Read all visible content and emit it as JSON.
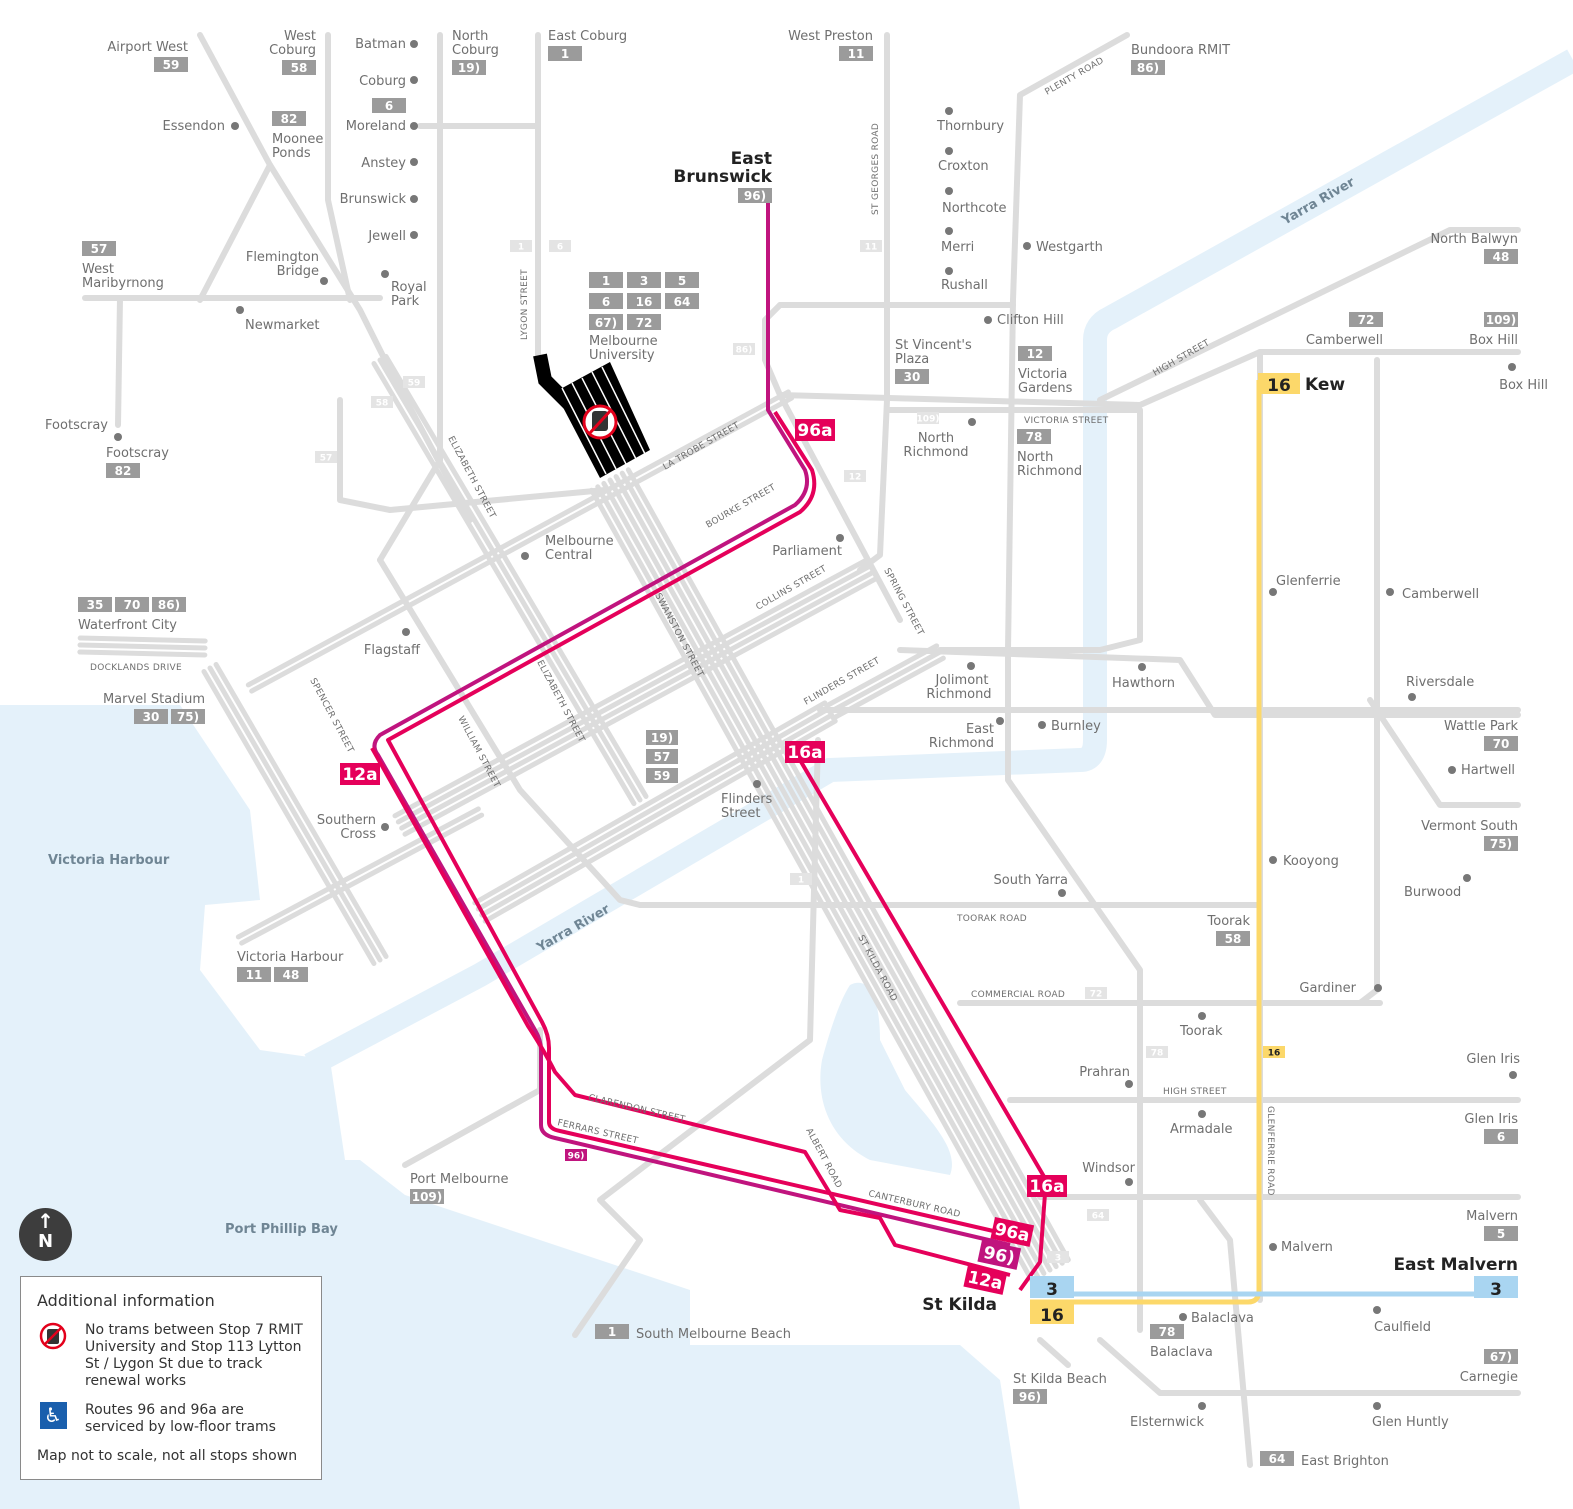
{
  "colors": {
    "water": "#e4f1fa",
    "line": "#dcdcdc",
    "badge": "#9b9b9b",
    "route96": "#c0147e",
    "route_a": "#e5005a",
    "route16": "#fcd86a",
    "route3": "#a9d5f1",
    "closed": "#000000"
  },
  "stops": [
    {
      "name": [
        "Airport West"
      ],
      "routes": [
        "59"
      ]
    },
    {
      "name": [
        "West",
        "Coburg"
      ],
      "routes": [
        "58"
      ]
    },
    {
      "name": [
        "Batman"
      ],
      "routes": []
    },
    {
      "name": [
        "North",
        "Coburg"
      ],
      "routes": [
        "19)"
      ]
    },
    {
      "name": [
        "East Coburg"
      ],
      "routes": [
        "1"
      ]
    },
    {
      "name": [
        "West Preston"
      ],
      "routes": [
        "11"
      ]
    },
    {
      "name": [
        "Bundoora RMIT"
      ],
      "routes": [
        "86)"
      ]
    },
    {
      "name": [
        "Coburg"
      ],
      "routes": []
    },
    {
      "name": [
        "Moreland"
      ],
      "routes": [
        "6"
      ]
    },
    {
      "name": [
        "Essendon"
      ],
      "routes": []
    },
    {
      "name": [
        "Moonee",
        "Ponds"
      ],
      "routes": [
        "82"
      ]
    },
    {
      "name": [
        "Anstey"
      ],
      "routes": []
    },
    {
      "name": [
        "Brunswick"
      ],
      "routes": []
    },
    {
      "name": [
        "Jewell"
      ],
      "routes": []
    },
    {
      "name": [
        "Royal",
        "Park"
      ],
      "routes": []
    },
    {
      "name": [
        "Flemington",
        "Bridge"
      ],
      "routes": []
    },
    {
      "name": [
        "West",
        "Maribyrnong"
      ],
      "routes": [
        "57"
      ]
    },
    {
      "name": [
        "Newmarket"
      ],
      "routes": []
    },
    {
      "name": [
        "Footscray"
      ],
      "routes": []
    },
    {
      "name": [
        "Footscray"
      ],
      "routes": [
        "82"
      ]
    },
    {
      "name": [
        "Melbourne",
        "University"
      ],
      "routes": [
        "1",
        "3",
        "5",
        "6",
        "16",
        "64",
        "67)",
        "72"
      ]
    },
    {
      "name": [
        "East",
        "Brunswick"
      ],
      "routes": [
        "96)"
      ]
    },
    {
      "name": [
        "Thornbury"
      ],
      "routes": []
    },
    {
      "name": [
        "Croxton"
      ],
      "routes": []
    },
    {
      "name": [
        "Northcote"
      ],
      "routes": []
    },
    {
      "name": [
        "Merri"
      ],
      "routes": []
    },
    {
      "name": [
        "Rushall"
      ],
      "routes": []
    },
    {
      "name": [
        "Westgarth"
      ],
      "routes": []
    },
    {
      "name": [
        "Clifton Hill"
      ],
      "routes": []
    },
    {
      "name": [
        "St Vincent's",
        "Plaza"
      ],
      "routes": [
        "30"
      ]
    },
    {
      "name": [
        "Victoria",
        "Gardens"
      ],
      "routes": [
        "12"
      ]
    },
    {
      "name": [
        "North",
        "Richmond"
      ],
      "routes": []
    },
    {
      "name": [
        "North",
        "Richmond"
      ],
      "routes": [
        "78"
      ]
    },
    {
      "name": [
        "Camberwell"
      ],
      "routes": [
        "72"
      ]
    },
    {
      "name": [
        "Box Hill"
      ],
      "routes": [
        "109)"
      ]
    },
    {
      "name": [
        "Box Hill"
      ],
      "routes": []
    },
    {
      "name": [
        "North Balwyn"
      ],
      "routes": [
        "48"
      ]
    },
    {
      "name": [
        "Kew"
      ],
      "routes": [
        "16"
      ]
    },
    {
      "name": [
        "Melbourne",
        "Central"
      ],
      "routes": []
    },
    {
      "name": [
        "Parliament"
      ],
      "routes": []
    },
    {
      "name": [
        "Waterfront City"
      ],
      "routes": [
        "35",
        "70",
        "86)"
      ]
    },
    {
      "name": [
        "Marvel Stadium"
      ],
      "routes": [
        "30",
        "75)"
      ]
    },
    {
      "name": [
        "Flagstaff"
      ],
      "routes": []
    },
    {
      "name": [
        "Glenferrie"
      ],
      "routes": []
    },
    {
      "name": [
        "Camberwell"
      ],
      "routes": []
    },
    {
      "name": [
        "Jolimont",
        "Richmond"
      ],
      "routes": []
    },
    {
      "name": [
        "Hawthorn"
      ],
      "routes": []
    },
    {
      "name": [
        "Riversdale"
      ],
      "routes": []
    },
    {
      "name": [
        "Burnley"
      ],
      "routes": []
    },
    {
      "name": [
        "East",
        "Richmond"
      ],
      "routes": []
    },
    {
      "name": [
        "Wattle Park"
      ],
      "routes": [
        "70"
      ]
    },
    {
      "name": [
        "Hartwell"
      ],
      "routes": []
    },
    {
      "name": [
        "Flinders",
        "Street"
      ],
      "routes": []
    },
    {
      "name": [
        "Southern",
        "Cross"
      ],
      "routes": []
    },
    {
      "name": [
        "Vermont South"
      ],
      "routes": [
        "75)"
      ]
    },
    {
      "name": [
        "Kooyong"
      ],
      "routes": []
    },
    {
      "name": [
        "South Yarra"
      ],
      "routes": []
    },
    {
      "name": [
        "Burwood"
      ],
      "routes": []
    },
    {
      "name": [
        "Toorak"
      ],
      "routes": [
        "58"
      ]
    },
    {
      "name": [
        "Victoria Harbour"
      ],
      "routes": [
        "11",
        "48"
      ]
    },
    {
      "name": [
        "Gardiner"
      ],
      "routes": []
    },
    {
      "name": [
        "Toorak"
      ],
      "routes": []
    },
    {
      "name": [
        "Glen Iris"
      ],
      "routes": []
    },
    {
      "name": [
        "Prahran"
      ],
      "routes": []
    },
    {
      "name": [
        "Glen Iris"
      ],
      "routes": [
        "6"
      ]
    },
    {
      "name": [
        "Armadale"
      ],
      "routes": []
    },
    {
      "name": [
        "Windsor"
      ],
      "routes": []
    },
    {
      "name": [
        "Port Melbourne"
      ],
      "routes": [
        "109)"
      ]
    },
    {
      "name": [
        "Malvern"
      ],
      "routes": [
        "5"
      ]
    },
    {
      "name": [
        "Malvern"
      ],
      "routes": []
    },
    {
      "name": [
        "East Malvern"
      ],
      "routes": [
        "3"
      ]
    },
    {
      "name": [
        "St Kilda"
      ],
      "routes": [
        "3",
        "16"
      ]
    },
    {
      "name": [
        "Balaclava"
      ],
      "routes": []
    },
    {
      "name": [
        "Balaclava"
      ],
      "routes": [
        "78"
      ]
    },
    {
      "name": [
        "Caulfield"
      ],
      "routes": []
    },
    {
      "name": [
        "South Melbourne Beach"
      ],
      "routes": [
        "1"
      ]
    },
    {
      "name": [
        "St Kilda Beach"
      ],
      "routes": [
        "96)"
      ]
    },
    {
      "name": [
        "Carnegie"
      ],
      "routes": [
        "67)"
      ]
    },
    {
      "name": [
        "Elsternwick"
      ],
      "routes": []
    },
    {
      "name": [
        "Glen Huntly"
      ],
      "routes": []
    },
    {
      "name": [
        "East Brighton"
      ],
      "routes": [
        "64"
      ]
    }
  ],
  "flinders_badges": [
    "19)",
    "57",
    "59"
  ],
  "streets": [
    "LYGON STREET",
    "ELIZABETH STREET",
    "LA TROBE STREET",
    "BOURKE STREET",
    "COLLINS STREET",
    "FLINDERS STREET",
    "SPRING STREET",
    "SWANSTON STREET",
    "SPENCER STREET",
    "WILLIAM STREET",
    "ELIZABETH STREET",
    "ST KILDA ROAD",
    "CLARENDON STREET",
    "FERRARS STREET",
    "ALBERT ROAD",
    "CANTERBURY ROAD",
    "PLENTY ROAD",
    "ST GEORGES ROAD",
    "HIGH STREET",
    "VICTORIA STREET",
    "GLENFERRIE ROAD",
    "TOORAK ROAD",
    "COMMERCIAL ROAD",
    "HIGH STREET",
    "DOCKLANDS DRIVE"
  ],
  "water_labels": [
    "Yarra River",
    "Yarra River",
    "Victoria Harbour",
    "Port Phillip Bay"
  ],
  "line_markers": [
    "1",
    "6",
    "11",
    "86)",
    "109)",
    "12",
    "57",
    "58",
    "59",
    "1",
    "72",
    "78",
    "64",
    "3",
    "96)",
    "16"
  ],
  "route_labels": [
    {
      "label": "96a",
      "color": "#e5005a"
    },
    {
      "label": "16a",
      "color": "#e5005a"
    },
    {
      "label": "12a",
      "color": "#e5005a"
    },
    {
      "label": "16a",
      "color": "#e5005a"
    },
    {
      "label": "96a",
      "color": "#e5005a"
    },
    {
      "label": "96)",
      "color": "#c0147e"
    },
    {
      "label": "12a",
      "color": "#e5005a"
    }
  ],
  "north": {
    "label": "N"
  },
  "legend": {
    "title": "Additional information",
    "closure": "No trams between Stop 7 RMIT University and Stop 113 Lytton St / Lygon St due to track renewal works",
    "low_floor": "Routes 96 and 96a are serviced by low-floor trams",
    "note": "Map not to scale, not all stops shown"
  }
}
